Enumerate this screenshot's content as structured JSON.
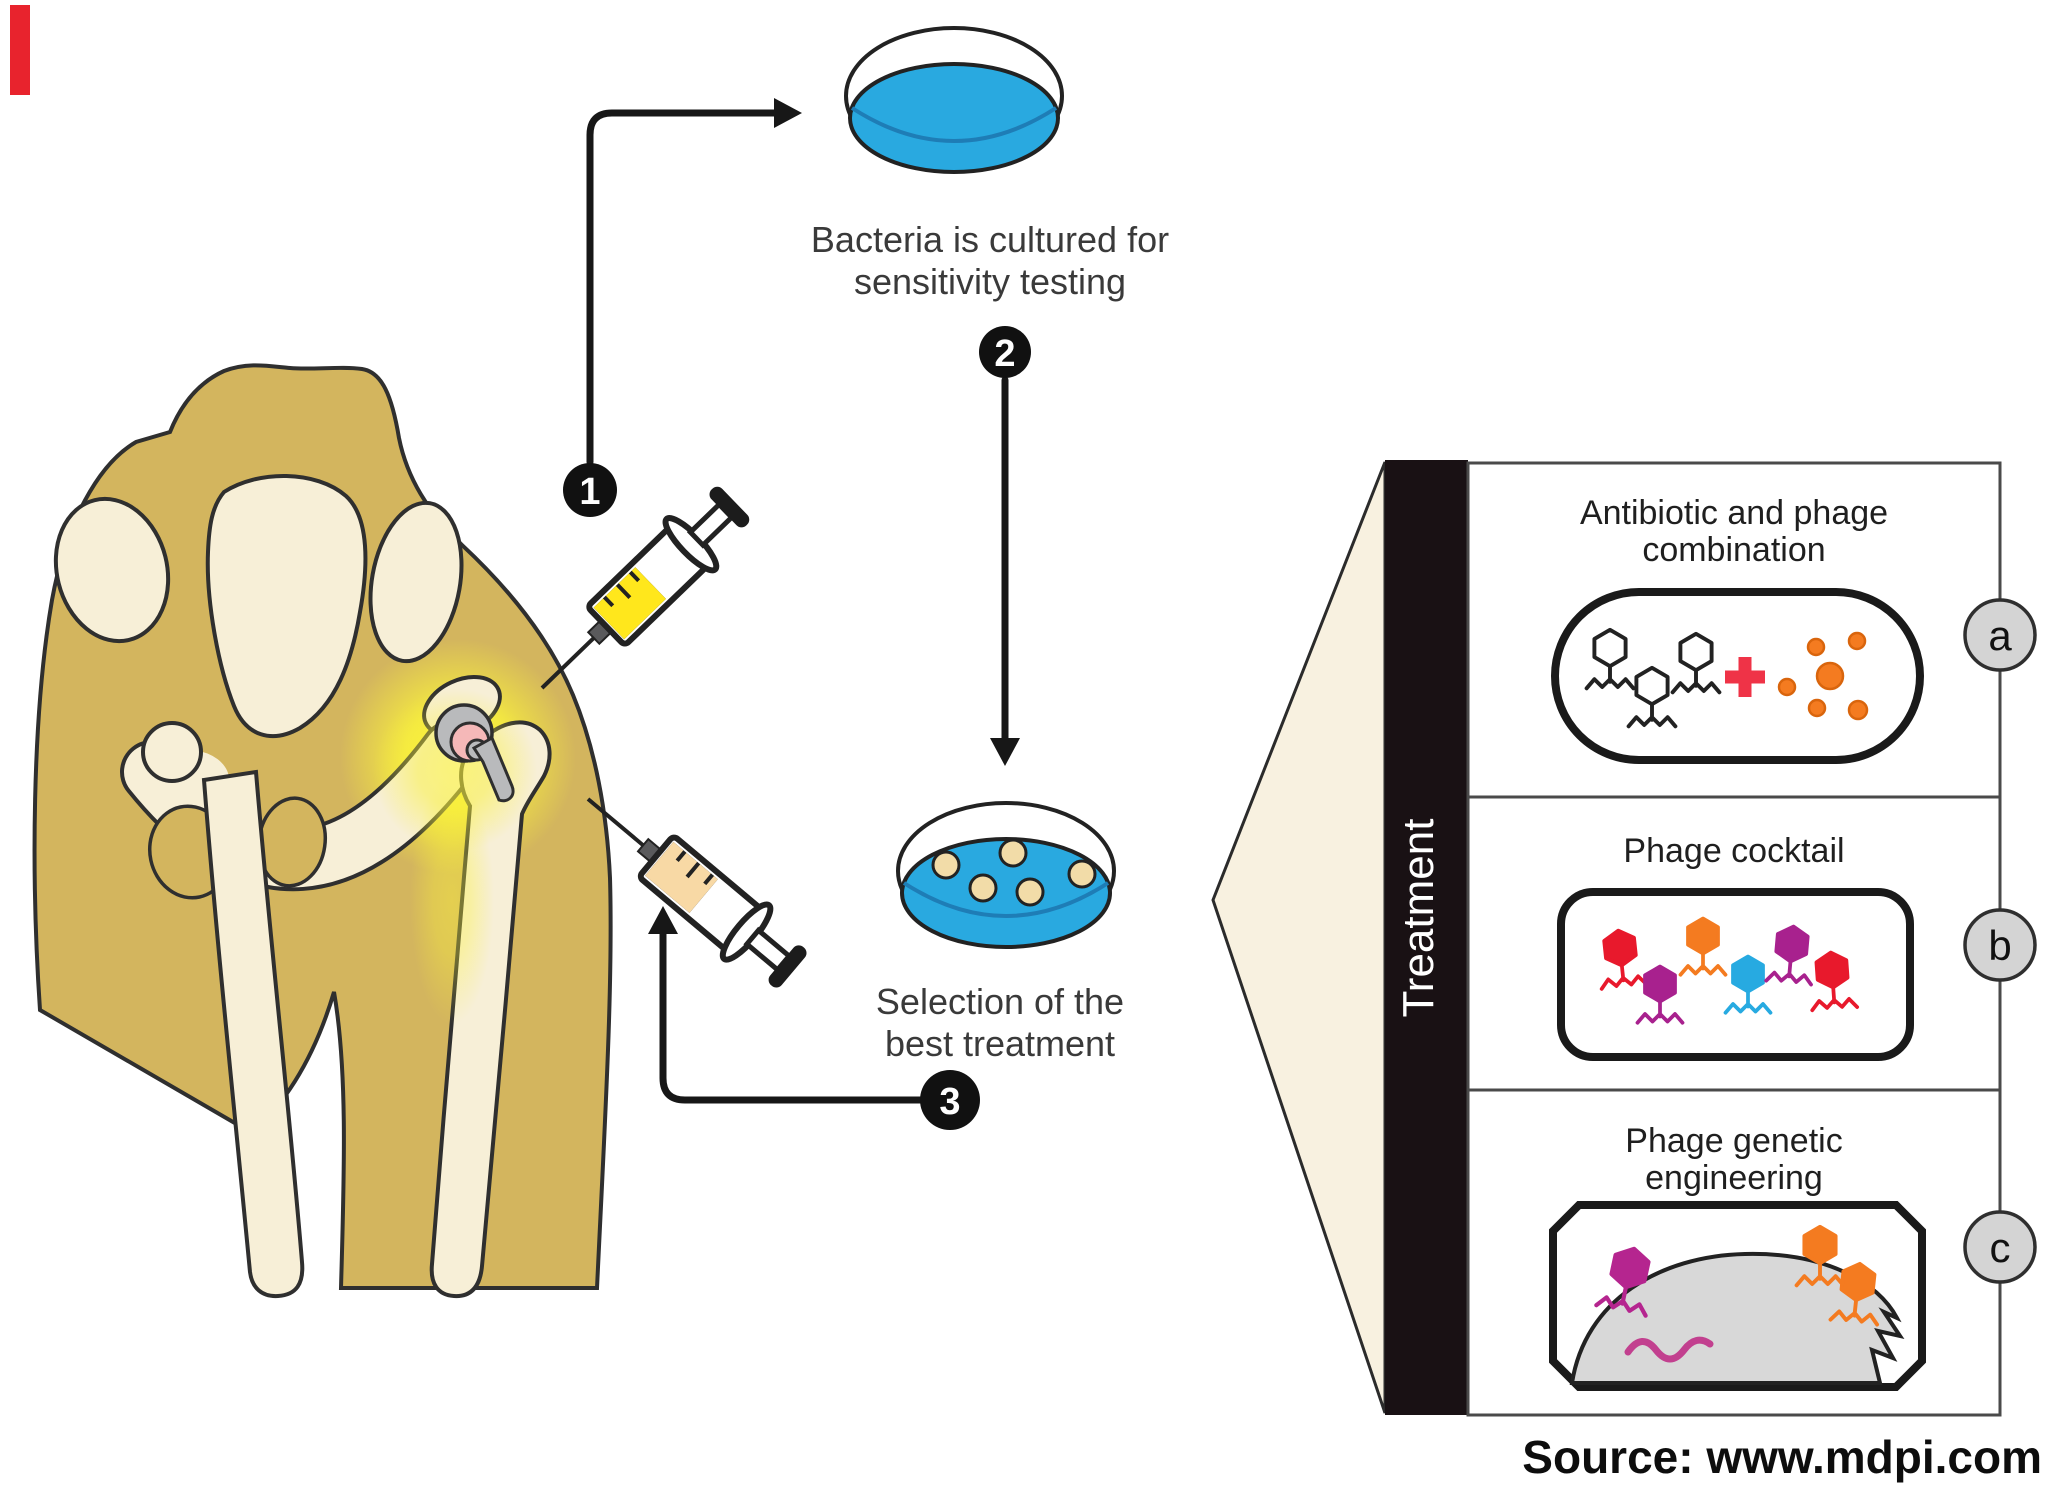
{
  "figure": {
    "type": "phage-therapy-workflow-diagram",
    "steps": {
      "one": "1",
      "two": "2",
      "three": "3"
    },
    "captions": {
      "culture_line1": "Bacteria is cultured for",
      "culture_line2": "sensitivity testing",
      "selection_line1": "Selection of the",
      "selection_line2": "best treatment"
    },
    "treatment_panel": {
      "axis_label": "Treatment",
      "options": [
        {
          "badge": "a",
          "title_line1": "Antibiotic and phage",
          "title_line2": "combination"
        },
        {
          "badge": "b",
          "title_line1": "Phage cocktail",
          "title_line2": ""
        },
        {
          "badge": "c",
          "title_line1": "Phage genetic",
          "title_line2": "engineering"
        }
      ]
    },
    "source": {
      "text": "Source: www.mdpi.com"
    },
    "colors": {
      "agar_blue": "#29a9e0",
      "agar_edge_blue": "#1e7db6",
      "colony_cream": "#f2dca8",
      "syringe_yellow": "#ffe71c",
      "syringe_beige": "#f8d9a5",
      "body_tan": "#d3b55e",
      "bone_cream": "#f7efd7",
      "glow_yellow": "#f9f13c",
      "implant_gray": "#b9babc",
      "liner_pink": "#f5b8b8",
      "bacterium_gray": "#d8d8d8",
      "phage_red": "#e8192c",
      "phage_purple": "#a8218e",
      "phage_orange": "#f47b20",
      "phage_cyan": "#27aae1",
      "phage_magenta": "#b5258f",
      "dna_pink": "#c2408f",
      "plus_red": "#ef3347",
      "badge_gray": "#d4d4d4",
      "bar_black": "#191114",
      "funnel_cream": "#f8f1e0",
      "corner_red": "#e8232d"
    }
  }
}
